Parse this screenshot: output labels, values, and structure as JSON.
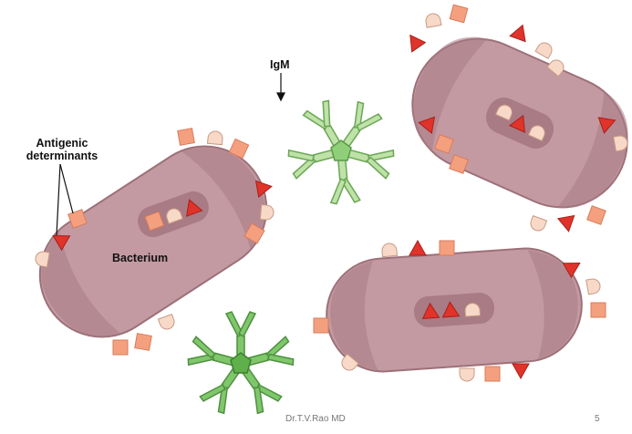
{
  "labels": {
    "antigenic_line1": "Antigenic",
    "antigenic_line2": "determinants",
    "igm": "IgM",
    "bacterium": "Bacterium"
  },
  "footer": {
    "author": "Dr.T.V.Rao MD",
    "page_number": "5"
  },
  "colors": {
    "cell_body": "#c49aa2",
    "cell_dark": "#a87b85",
    "cell_outline": "#9d7079",
    "antigen_square": "#f4a07e",
    "antigen_triangle": "#e0332a",
    "antigen_round": "#f8d9c8",
    "igm_light": "#bfe2a8",
    "igm_dark": "#7fc76a"
  }
}
